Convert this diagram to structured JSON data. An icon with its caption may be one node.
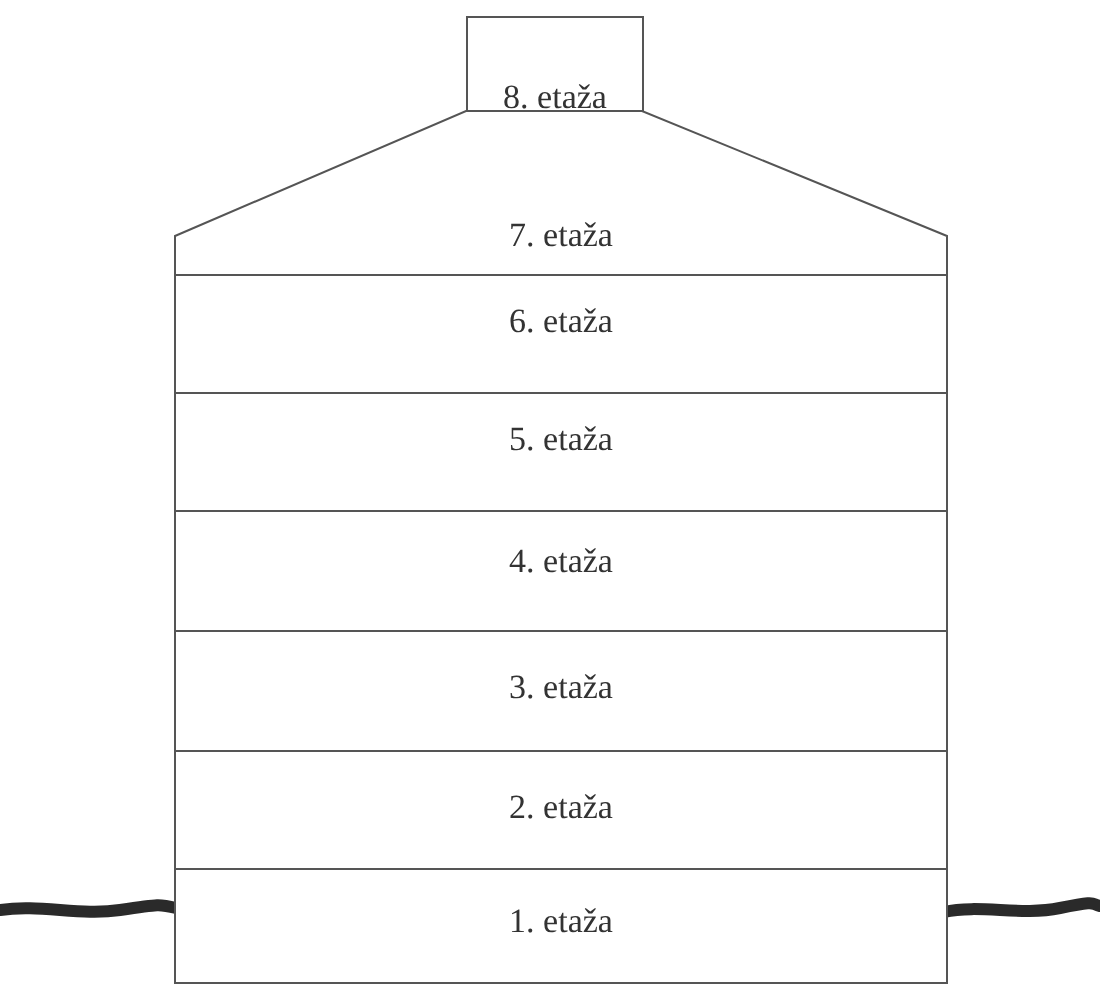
{
  "diagram": {
    "nodes": [
      {
        "text": [
          "8. etaža"
        ]
      },
      {
        "text": [
          "7. etaža"
        ]
      },
      {
        "text": [
          "6. etaža"
        ]
      },
      {
        "text": [
          "5. etaža"
        ]
      },
      {
        "text": [
          "4. etaža"
        ]
      },
      {
        "text": [
          "3. etaža"
        ]
      },
      {
        "text": [
          "2. etaža"
        ]
      },
      {
        "text": [
          "1. etaža"
        ]
      }
    ]
  }
}
